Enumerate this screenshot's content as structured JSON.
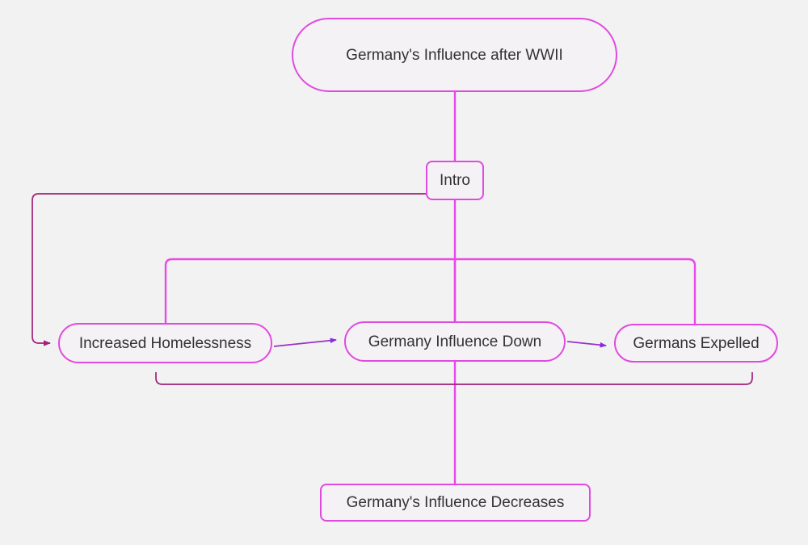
{
  "diagram": {
    "title": "Germany's Influence after WWII",
    "type": "flowchart",
    "background_color": "#f2f2f2",
    "node_stroke_color": "#e04ae0",
    "node_fill_color": "#f5f2f5",
    "node_text_color": "#333333",
    "edge_color_primary": "#e04ae0",
    "edge_color_arrow": "#8a2be2",
    "edge_color_dark": "#a0207a"
  },
  "nodes": [
    {
      "id": "root",
      "label": "Germany's Influence after WWII",
      "shape": "stadium"
    },
    {
      "id": "intro",
      "label": "Intro",
      "shape": "rounded-rect"
    },
    {
      "id": "homelessness",
      "label": "Increased Homelessness",
      "shape": "stadium"
    },
    {
      "id": "influence_down",
      "label": "Germany Influence Down",
      "shape": "stadium"
    },
    {
      "id": "expelled",
      "label": "Germans Expelled",
      "shape": "stadium"
    },
    {
      "id": "decreases",
      "label": "Germany's Influence Decreases",
      "shape": "rounded-rect"
    }
  ],
  "edges": [
    {
      "id": "root-intro",
      "from": "root",
      "to": "intro",
      "arrow": false
    },
    {
      "id": "intro-homelessness",
      "from": "intro",
      "to": "homelessness",
      "arrow": true
    },
    {
      "id": "intro-branch-homelessness",
      "from": "intro",
      "to": "homelessness",
      "arrow": false
    },
    {
      "id": "intro-branch-influence-down",
      "from": "intro",
      "to": "influence_down",
      "arrow": false
    },
    {
      "id": "intro-branch-expelled",
      "from": "intro",
      "to": "expelled",
      "arrow": false
    },
    {
      "id": "homelessness-influence-down",
      "from": "homelessness",
      "to": "influence_down",
      "arrow": true
    },
    {
      "id": "influence-down-expelled",
      "from": "influence_down",
      "to": "expelled",
      "arrow": true
    },
    {
      "id": "group-decreases",
      "from": "group",
      "to": "decreases",
      "arrow": false
    }
  ]
}
